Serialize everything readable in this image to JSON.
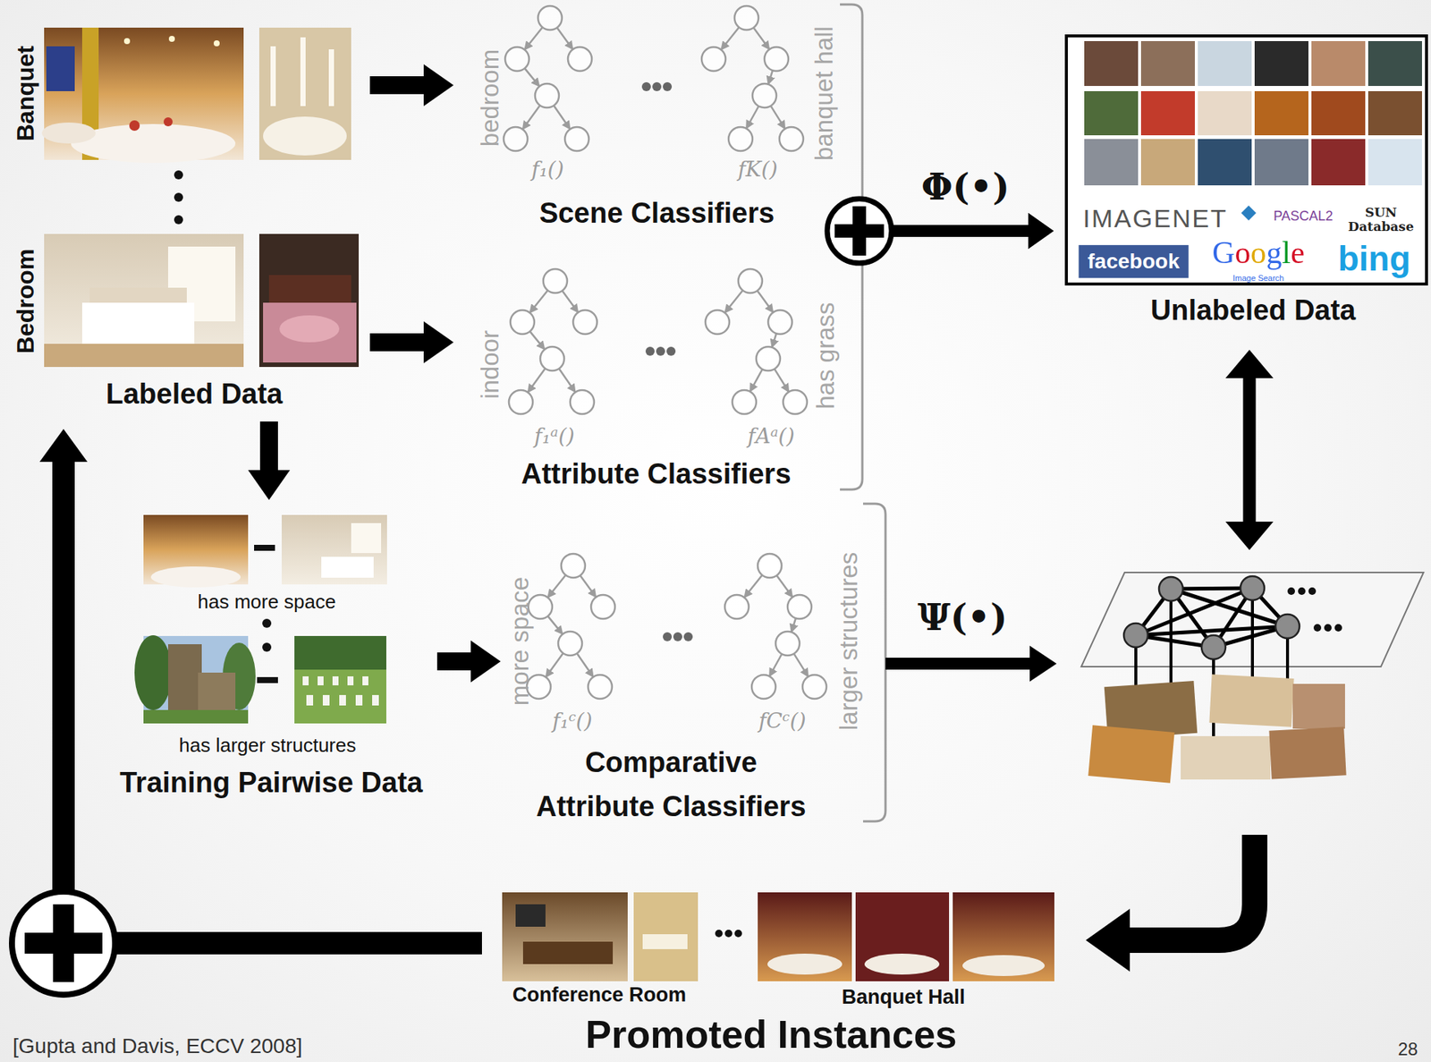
{
  "diagram": {
    "nodes": [
      {
        "text": [
          "Banquet",
          "Bedroom",
          "Labeled Data"
        ]
      },
      {
        "text": [
          "bedroom",
          "banquet hall",
          "f₁()",
          "fK()",
          "Scene Classifiers"
        ]
      },
      {
        "text": [
          "indoor",
          "has grass",
          "f₁ᵃ()",
          "fAᵃ()",
          "Attribute Classifiers"
        ]
      },
      {
        "text": [
          "has more space",
          "has larger structures",
          "Training Pairwise Data"
        ]
      },
      {
        "text": [
          "more space",
          "larger structures",
          "f₁ᶜ()",
          "fCᶜ()",
          "Comparative Attribute Classifiers"
        ]
      },
      {
        "text": [
          "IMAGENET",
          "PASCAL2",
          "SUN Database",
          "facebook",
          "Google",
          "Image Search",
          "bing",
          "Unlabeled Data"
        ]
      },
      {
        "text": [
          "Conference Room",
          "Banquet Hall",
          "Promoted Instances"
        ]
      }
    ],
    "edges": [
      {
        "from": 0,
        "to": 1,
        "arrow": "to"
      },
      {
        "from": 0,
        "to": 2,
        "arrow": "to"
      },
      {
        "from": 0,
        "to": 3,
        "arrow": "to"
      },
      {
        "from": 3,
        "to": 4,
        "arrow": "to"
      },
      {
        "from": 1,
        "to": 5,
        "arrow": "to",
        "label": "Φ(•)"
      },
      {
        "from": 2,
        "to": 5,
        "arrow": "to"
      },
      {
        "from": 6,
        "to": 0,
        "arrow": "to"
      }
    ],
    "labels": [
      "Ψ(•)",
      "[Gupta and Davis, ECCV 2008]",
      "28"
    ]
  }
}
